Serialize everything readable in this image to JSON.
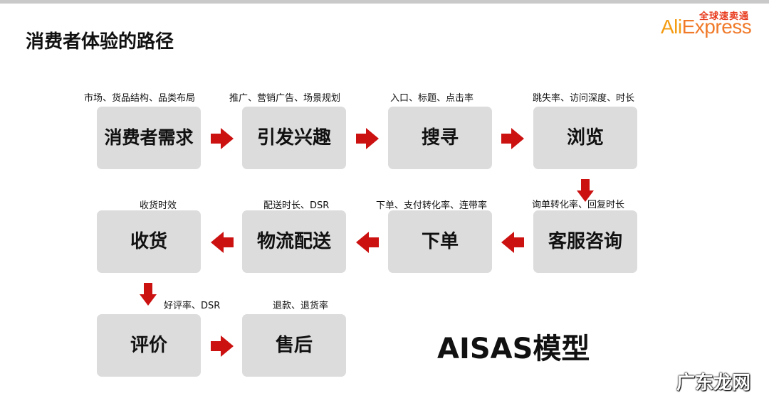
{
  "title": "消费者体验的路径",
  "logo": {
    "cn": "全球速卖通",
    "en_prefix": "Ali",
    "en_suffix": "Express"
  },
  "steps": [
    {
      "label": "消费者需求",
      "note": "市场、货品结构、品类布局"
    },
    {
      "label": "引发兴趣",
      "note": "推广、营销广告、场景规划"
    },
    {
      "label": "搜寻",
      "note": "入口、标题、点击率"
    },
    {
      "label": "浏览",
      "note": "跳失率、访问深度、时长"
    },
    {
      "label": "客服咨询",
      "note": "询单转化率、回复时长"
    },
    {
      "label": "下单",
      "note": "下单、支付转化率、连带率"
    },
    {
      "label": "物流配送",
      "note": "配送时长、DSR"
    },
    {
      "label": "收货",
      "note": "收货时效"
    },
    {
      "label": "评价",
      "note": "好评率、DSR"
    },
    {
      "label": "售后",
      "note": "退款、退货率"
    }
  ],
  "model_label": "AISAS模型",
  "watermark": "广东龙网",
  "colors": {
    "arrow": "#cc1111",
    "box": "#dddcdc"
  }
}
